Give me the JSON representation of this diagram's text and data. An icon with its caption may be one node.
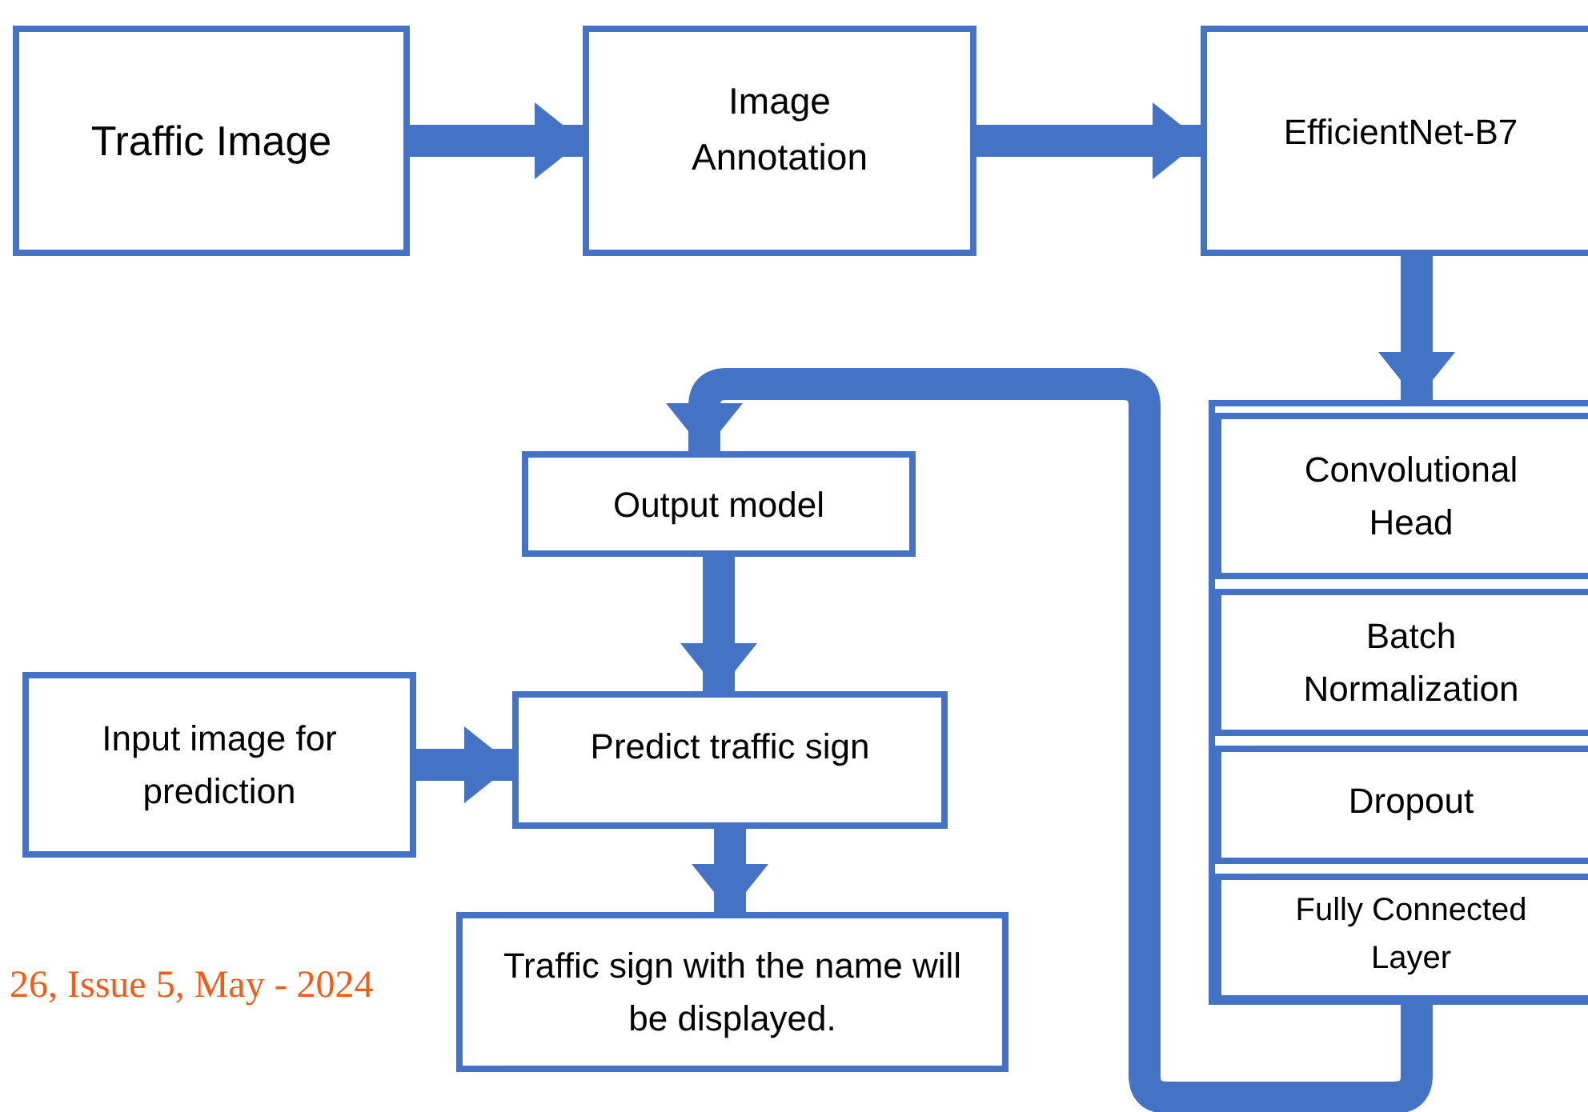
{
  "diagram": {
    "nodes": [
      {
        "text": [
          "Traffic Image"
        ]
      },
      {
        "text": [
          "Image Annotation"
        ]
      },
      {
        "text": [
          "EfficientNet-B7"
        ]
      },
      {
        "text": [],
        "shape": "box"
      },
      {
        "text": [
          "Convolutional Head"
        ],
        "in": 3
      },
      {
        "text": [
          "Batch Normalization"
        ],
        "in": 3
      },
      {
        "text": [
          "Dropout"
        ],
        "in": 3
      },
      {
        "text": [
          "Fully Connected Layer"
        ],
        "in": 3
      },
      {
        "text": [
          "Output model"
        ]
      },
      {
        "text": [
          "Predict traffic sign"
        ]
      },
      {
        "text": [
          "Input image for prediction"
        ]
      },
      {
        "text": [
          "Traffic sign with the name will be displayed."
        ]
      }
    ],
    "edges": [
      {
        "from": 0,
        "to": 1,
        "arrow": "to"
      },
      {
        "from": 1,
        "to": 2,
        "arrow": "to"
      },
      {
        "from": 2,
        "to": 3,
        "arrow": "to"
      },
      {
        "from": 3,
        "to": 8,
        "arrow": "to"
      },
      {
        "from": 8,
        "to": 9,
        "arrow": "to"
      },
      {
        "from": 10,
        "to": 9,
        "arrow": "to"
      },
      {
        "from": 9,
        "to": 11,
        "arrow": "to"
      }
    ],
    "labels": [
      "26, Issue 5, May - 2024"
    ]
  }
}
